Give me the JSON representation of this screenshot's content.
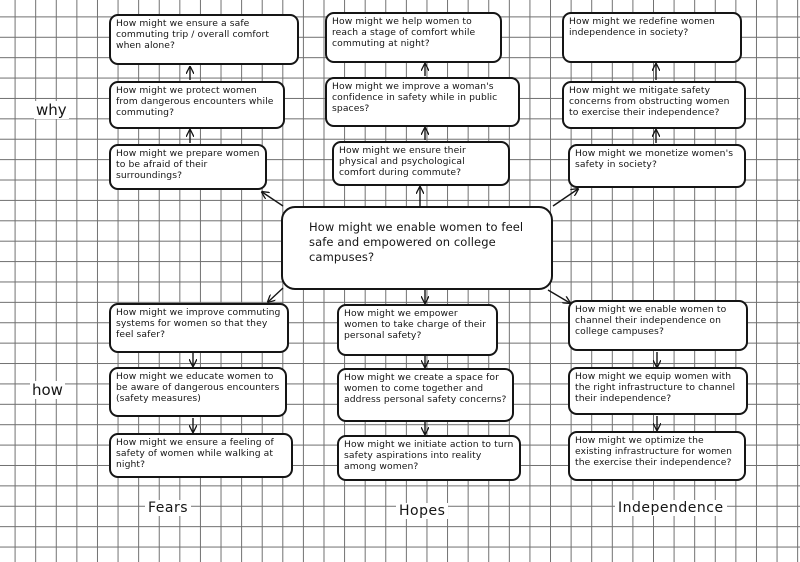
{
  "side_labels": {
    "why": "why",
    "how": "how"
  },
  "column_labels": {
    "fears": "Fears",
    "hopes": "Hopes",
    "independence": "Independence"
  },
  "center": "How might we enable women to feel safe and empowered on college campuses?",
  "fears": {
    "why": [
      "How might we ensure a safe commuting trip / overall comfort when alone?",
      "How might we protect women from dangerous encounters while commuting?",
      "How might we prepare women to be afraid of their surroundings?"
    ],
    "how": [
      "How might we improve commuting systems for women so that they feel safer?",
      "How might we educate women to be aware of dangerous encounters (safety measures)",
      "How might we ensure a feeling of safety of women while walking at night?"
    ]
  },
  "hopes": {
    "why": [
      "How might we help women to reach a stage of comfort while commuting at night?",
      "How might we improve a woman's confidence in safety while in public spaces?",
      "How might we ensure their physical and psychological comfort during commute?"
    ],
    "how": [
      "How might we empower women to take charge of their personal safety?",
      "How might we create a space for women to come together and address personal safety concerns?",
      "How might we initiate action to turn safety aspirations into reality among women?"
    ]
  },
  "independence": {
    "why": [
      "How might we redefine women independence in society?",
      "How might we mitigate safety concerns from obstructing women to exercise their independence?",
      "How might we monetize women's safety in society?"
    ],
    "how": [
      "How might we enable women to channel their independence on college campuses?",
      "How might we equip women with the right infrastructure to channel their independence?",
      "How might we optimize the existing infrastructure for women the exercise their independence?"
    ]
  }
}
